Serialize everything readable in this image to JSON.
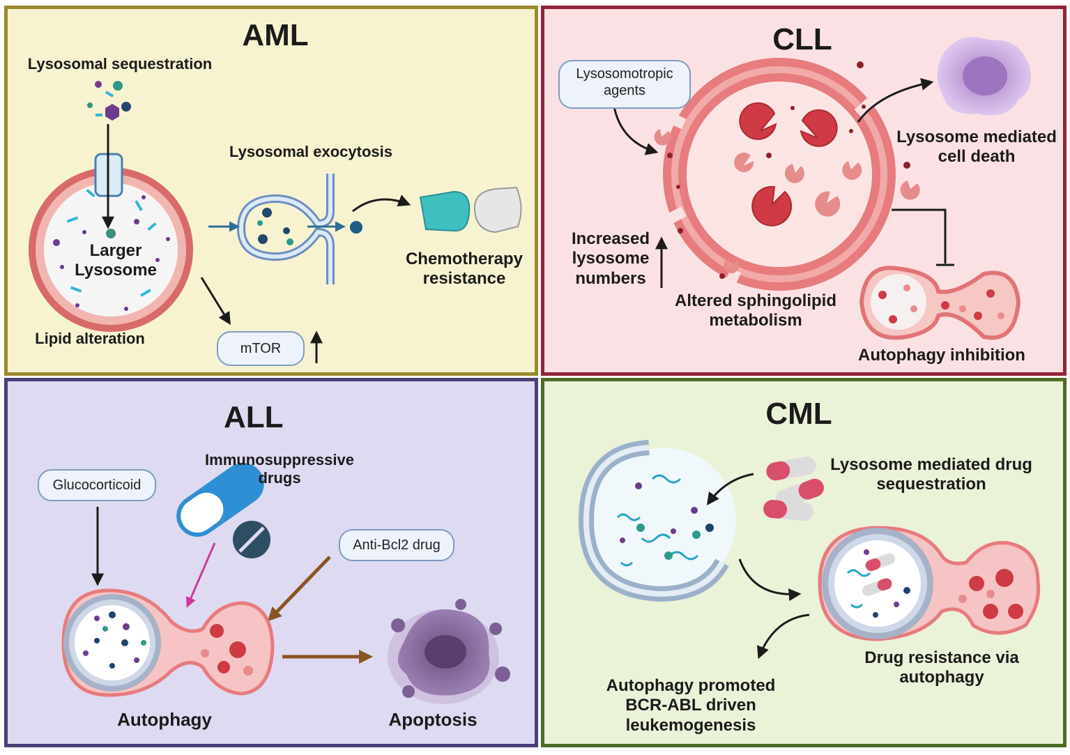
{
  "aml": {
    "title": "AML",
    "lysosomal_sequestration": "Lysosomal sequestration",
    "lysosomal_exocytosis": "Lysosomal exocytosis",
    "larger_lysosome": [
      "Larger",
      "Lysosome"
    ],
    "chemotherapy_resistance": [
      "Chemotherapy",
      "resistance"
    ],
    "lipid_alteration": "Lipid alteration",
    "mtor": "mTOR"
  },
  "cll": {
    "title": "CLL",
    "lysosomotropic_agents": [
      "Lysosomotropic",
      "agents"
    ],
    "lysosome_mediated_cell_death": [
      "Lysosome mediated",
      "cell death"
    ],
    "increased_lysosome_numbers": [
      "Increased",
      "lysosome",
      "numbers"
    ],
    "altered_sphingolipid_metabolism": [
      "Altered sphingolipid",
      "metabolism"
    ],
    "autophagy_inhibition": "Autophagy inhibition"
  },
  "all": {
    "title": "ALL",
    "glucocorticoid": "Glucocorticoid",
    "immunosuppressive_drugs": [
      "Immunosuppressive",
      "drugs"
    ],
    "anti_bcl2_drug": "Anti-Bcl2 drug",
    "autophagy": "Autophagy",
    "apoptosis": "Apoptosis"
  },
  "cml": {
    "title": "CML",
    "lysosome_mediated_drug_sequestration": [
      "Lysosome mediated drug",
      "sequestration"
    ],
    "drug_resistance_via_autophagy": [
      "Drug resistance via",
      "autophagy"
    ],
    "autophagy_promoted_leukemogenesis": [
      "Autophagy promoted",
      "BCR-ABL driven",
      "leukemogenesis"
    ]
  },
  "colors": {
    "aml_bg": "#f7f3d1",
    "aml_border": "#9a8a2c",
    "cll_bg": "#fbe1e3",
    "cll_border": "#93243b",
    "all_bg": "#dedaf2",
    "all_border": "#4b3f77",
    "cml_bg": "#eaf2d8",
    "cml_border": "#4e6b23"
  }
}
